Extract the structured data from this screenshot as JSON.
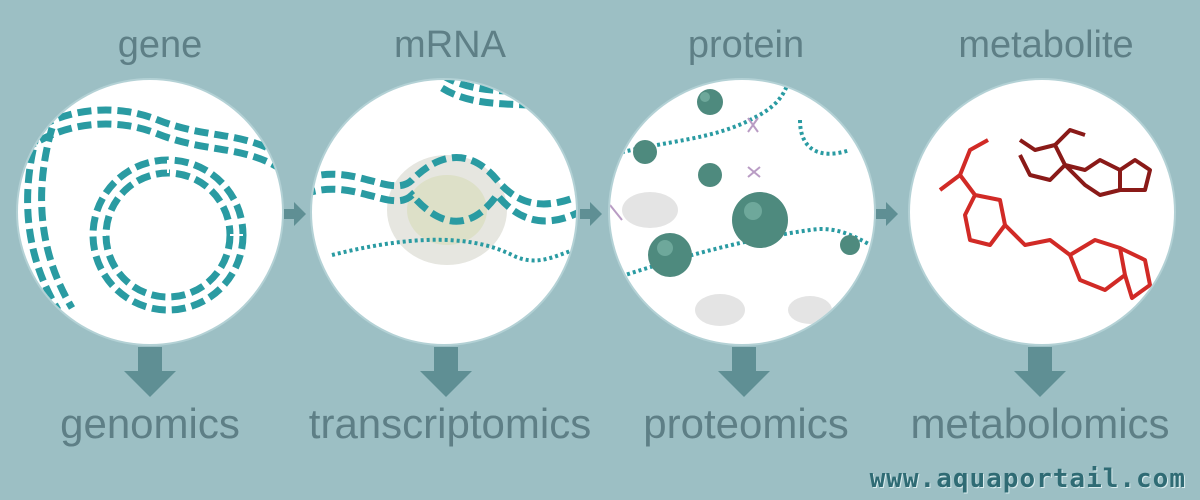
{
  "stages": [
    {
      "title": "gene",
      "omics": "genomics"
    },
    {
      "title": "mRNA",
      "omics": "transcriptomics"
    },
    {
      "title": "protein",
      "omics": "proteomics"
    },
    {
      "title": "metabolite",
      "omics": "metabolomics"
    }
  ],
  "watermark": "www.aquaportail.com",
  "colors": {
    "background": "#9cbfc4",
    "text": "#5e7f86",
    "arrow": "#5f8f94",
    "dna": "#2a9ba2",
    "protein": "#4e8a7e",
    "molecule": "#d12a26"
  },
  "icons": [
    "dna-double-helix",
    "mrna-transcription",
    "protein-ribosome",
    "molecule-structure",
    "arrow-right",
    "arrow-down"
  ]
}
